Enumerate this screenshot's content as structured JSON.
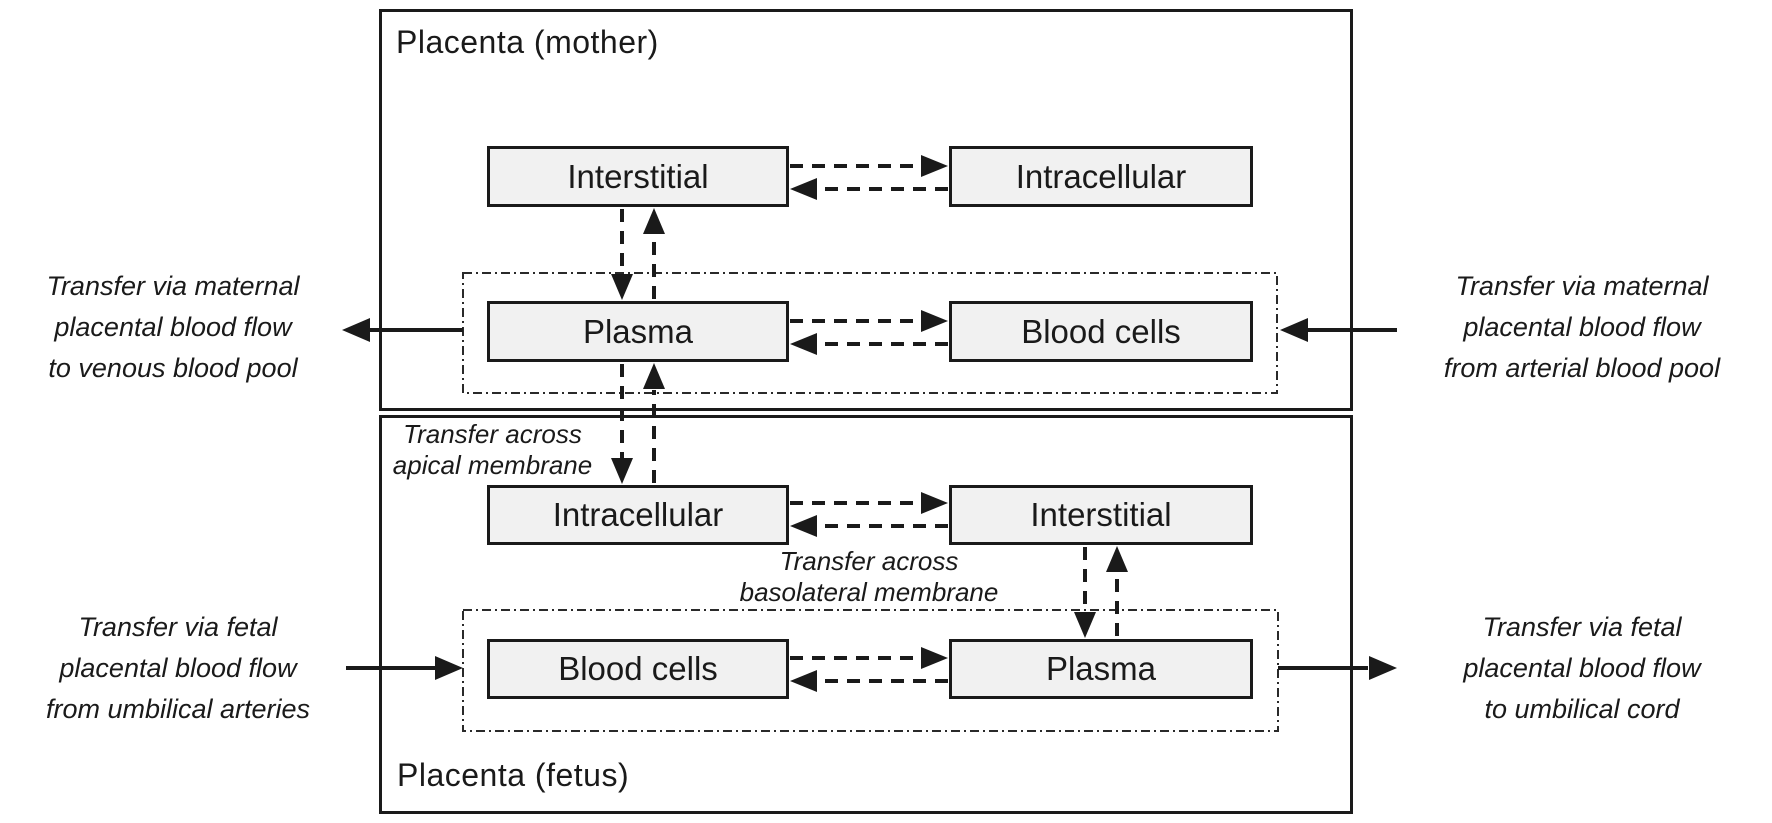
{
  "colors": {
    "ink": "#1a1a1a",
    "box_fill": "#f1f1f1",
    "background": "#ffffff"
  },
  "mother": {
    "title": "Placenta (mother)",
    "boxes": {
      "interstitial": "Interstitial",
      "intracellular": "Intracellular",
      "plasma": "Plasma",
      "blood_cells": "Blood cells"
    }
  },
  "fetus": {
    "title": "Placenta (fetus)",
    "boxes": {
      "intracellular": "Intracellular",
      "interstitial": "Interstitial",
      "blood_cells": "Blood cells",
      "plasma": "Plasma"
    }
  },
  "flow_labels": {
    "maternal_venous": "Transfer via maternal\nplacental blood flow\nto venous blood pool",
    "maternal_arterial": "Transfer via maternal\nplacental blood flow\nfrom arterial blood pool",
    "fetal_umbilical_arteries": "Transfer via fetal\nplacental blood flow\nfrom umbilical arteries",
    "fetal_umbilical_cord": "Transfer via fetal\nplacental blood flow\nto umbilical cord"
  },
  "membrane_labels": {
    "apical": "Transfer across\napical membrane",
    "basolateral": "Transfer across\nbasolateral membrane"
  }
}
